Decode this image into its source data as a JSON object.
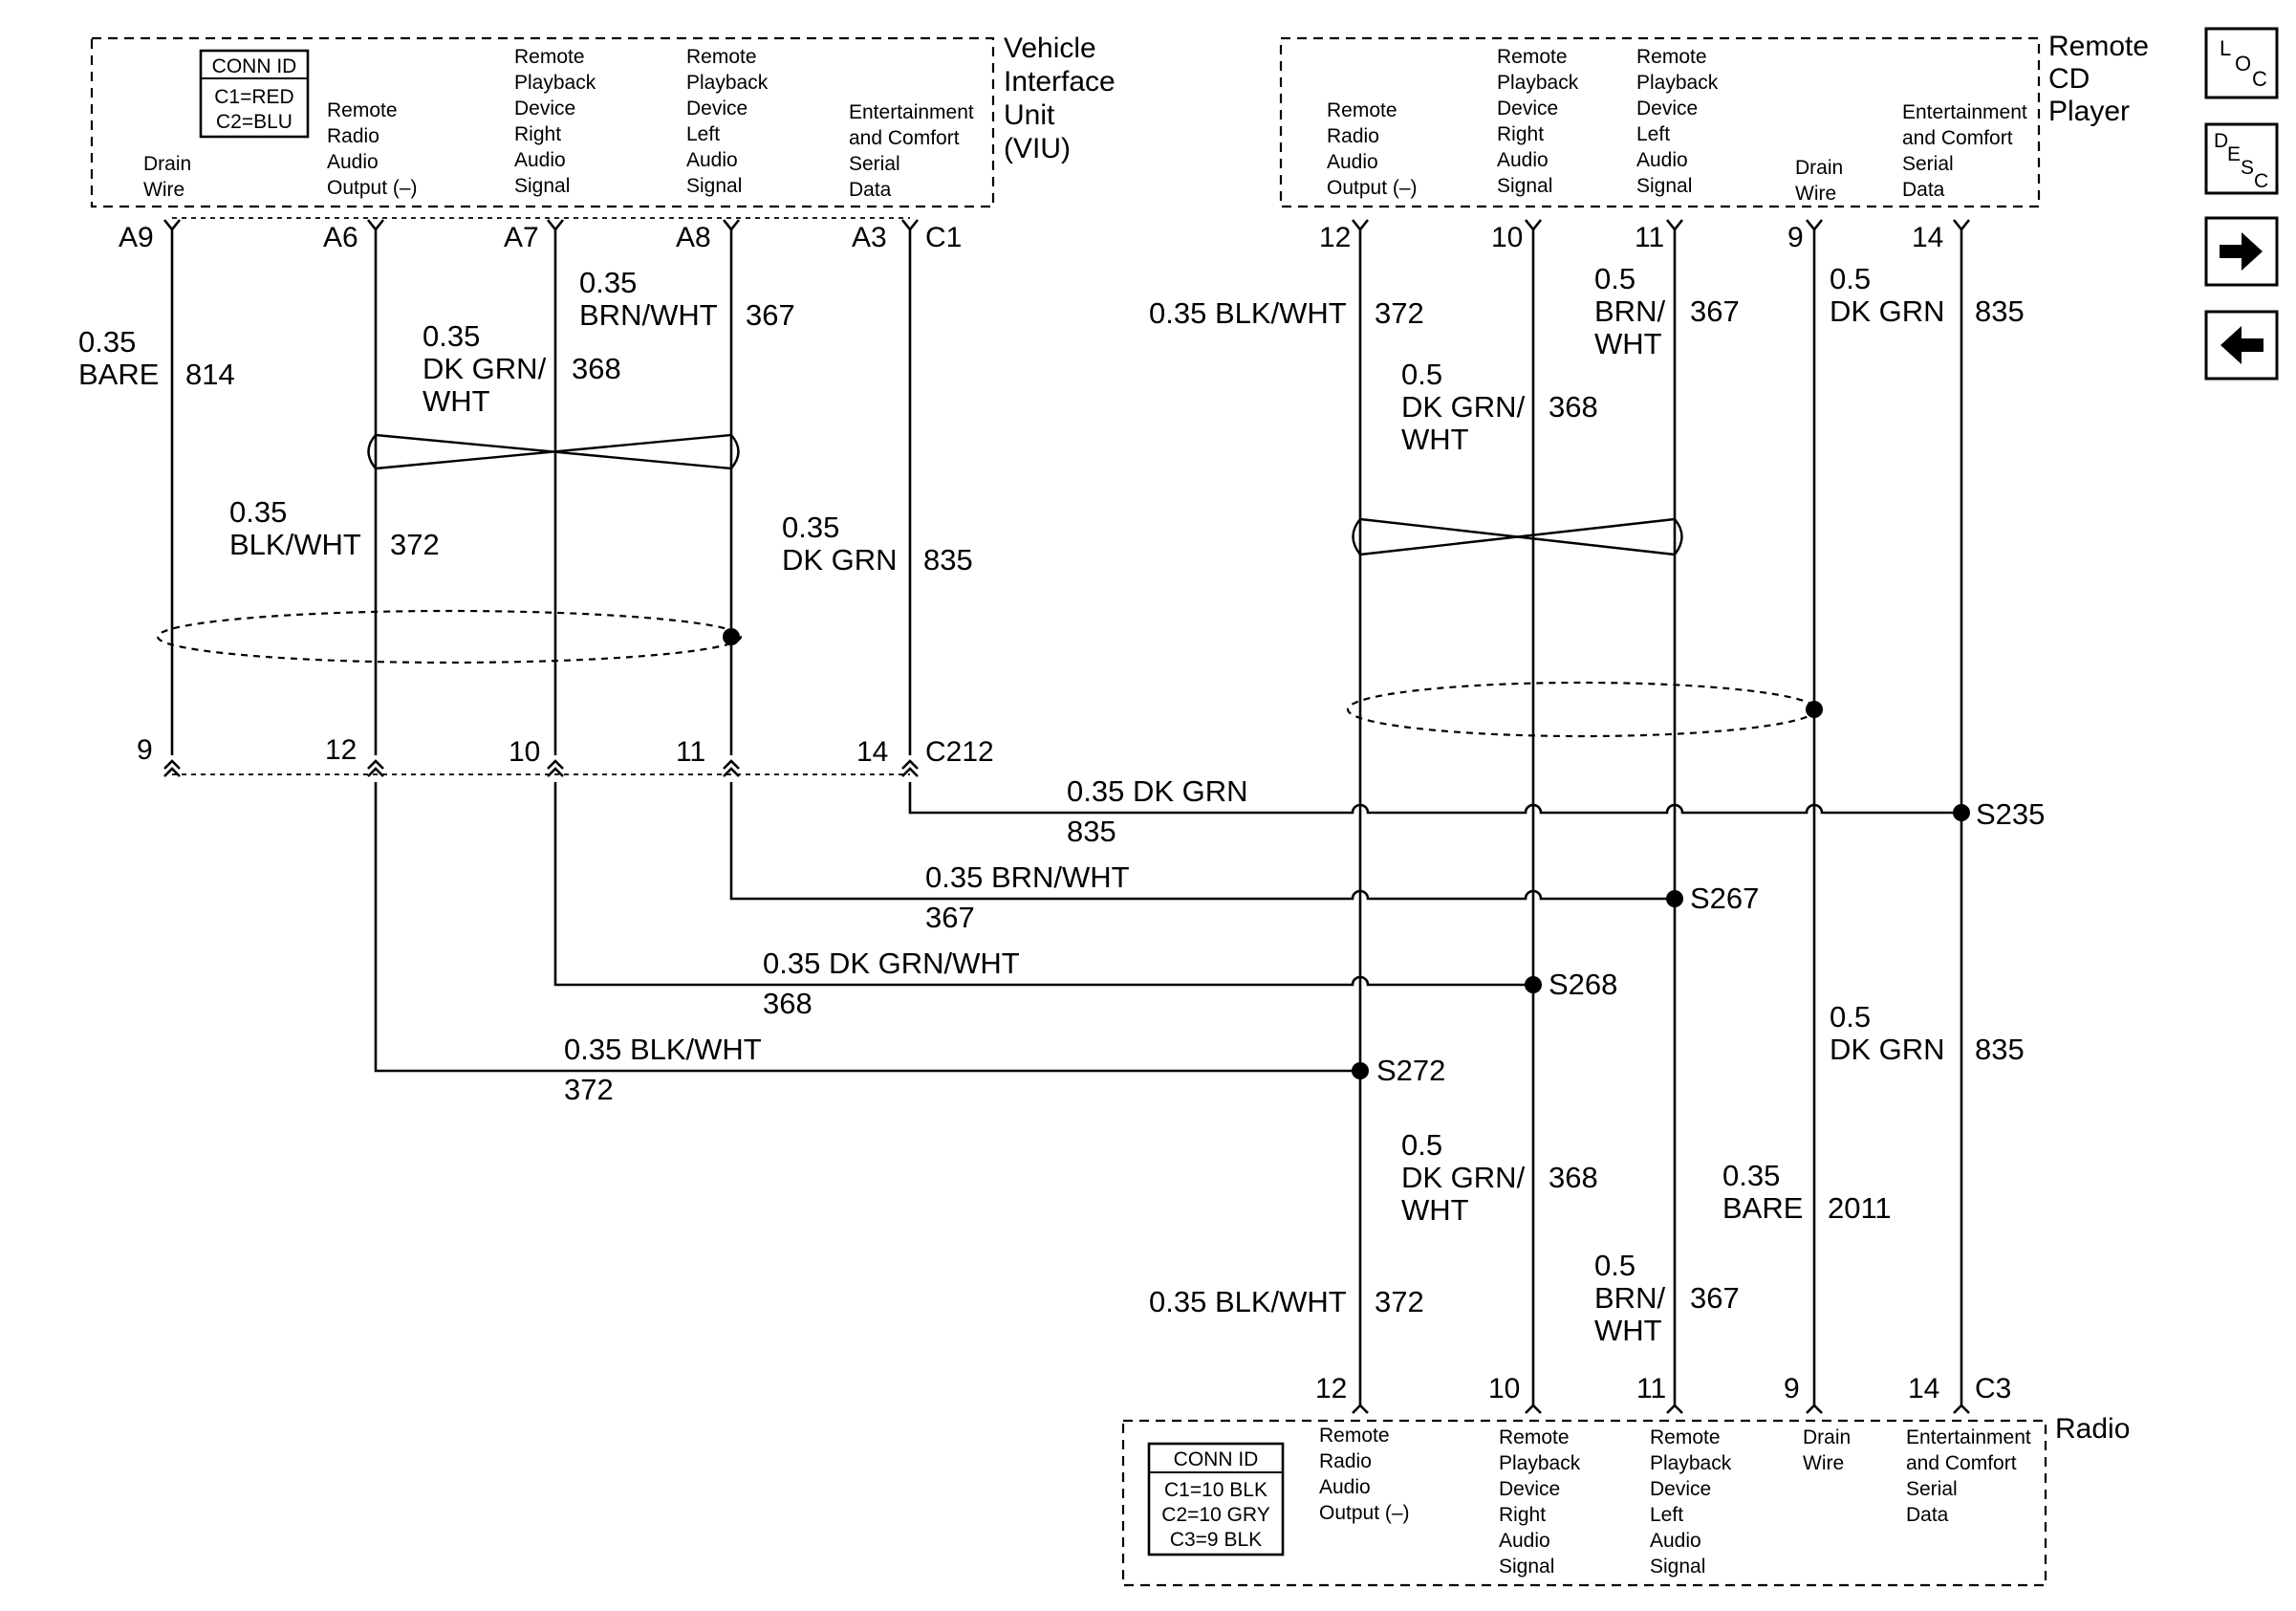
{
  "viu": {
    "name": [
      "Vehicle",
      "Interface",
      "Unit",
      "(VIU)"
    ],
    "conn_title": "CONN ID",
    "conn_lines": [
      "C1=RED",
      "C2=BLU"
    ],
    "pins": [
      {
        "id": "A9",
        "desc": [
          "Drain",
          "Wire"
        ]
      },
      {
        "id": "A6",
        "desc": [
          "Remote",
          "Radio",
          "Audio",
          "Output (–)"
        ]
      },
      {
        "id": "A7",
        "desc": [
          "Remote",
          "Playback",
          "Device",
          "Right",
          "Audio",
          "Signal"
        ]
      },
      {
        "id": "A8",
        "desc": [
          "Remote",
          "Playback",
          "Device",
          "Left",
          "Audio",
          "Signal"
        ]
      },
      {
        "id": "A3",
        "desc": [
          "Entertainment",
          "and Comfort",
          "Serial",
          "Data"
        ]
      }
    ],
    "connector": "C1"
  },
  "cd": {
    "name": [
      "Remote",
      "CD",
      "Player"
    ],
    "pins": [
      {
        "id": "12",
        "desc": [
          "Remote",
          "Radio",
          "Audio",
          "Output (–)"
        ]
      },
      {
        "id": "10",
        "desc": [
          "Remote",
          "Playback",
          "Device",
          "Right",
          "Audio",
          "Signal"
        ]
      },
      {
        "id": "11",
        "desc": [
          "Remote",
          "Playback",
          "Device",
          "Left",
          "Audio",
          "Signal"
        ]
      },
      {
        "id": "9",
        "desc": [
          "Drain",
          "Wire"
        ]
      },
      {
        "id": "14",
        "desc": [
          "Entertainment",
          "and Comfort",
          "Serial",
          "Data"
        ]
      }
    ]
  },
  "radio": {
    "name": "Radio",
    "conn_title": "CONN ID",
    "conn_lines": [
      "C1=10 BLK",
      "C2=10 GRY",
      "C3=9 BLK"
    ],
    "pins": [
      {
        "id": "12",
        "desc": [
          "Remote",
          "Radio",
          "Audio",
          "Output (–)"
        ]
      },
      {
        "id": "10",
        "desc": [
          "Remote",
          "Playback",
          "Device",
          "Right",
          "Audio",
          "Signal"
        ]
      },
      {
        "id": "11",
        "desc": [
          "Remote",
          "Playback",
          "Device",
          "Left",
          "Audio",
          "Signal"
        ]
      },
      {
        "id": "9",
        "desc": [
          "Drain",
          "Wire"
        ]
      },
      {
        "id": "14",
        "desc": [
          "Entertainment",
          "and Comfort",
          "Serial",
          "Data"
        ]
      }
    ],
    "connector": "C3"
  },
  "c212": {
    "name": "C212",
    "pins": [
      "9",
      "12",
      "10",
      "11",
      "14"
    ]
  },
  "wire_labels": {
    "w814_top": [
      "0.35",
      "BARE"
    ],
    "w814_num": "814",
    "w368_top": [
      "0.35",
      "DK GRN/",
      "WHT"
    ],
    "w368_num": "368",
    "w367_top": [
      "0.35",
      "BRN/WHT"
    ],
    "w367_num": "367",
    "w372_mid": [
      "0.35",
      "BLK/WHT"
    ],
    "w372_num": "372",
    "w835_mid": [
      "0.35",
      "DK GRN"
    ],
    "w835_num": "835",
    "h835": "0.35 DK GRN",
    "h835_num": "835",
    "h367": "0.35 BRN/WHT",
    "h367_num": "367",
    "h368": "0.35 DK GRN/WHT",
    "h368_num": "368",
    "h372": "0.35 BLK/WHT",
    "h372_num": "372",
    "cd372": "0.35 BLK/WHT",
    "cd372_num": "372",
    "cd368": [
      "0.5",
      "DK GRN/",
      "WHT"
    ],
    "cd368_num": "368",
    "cd367": [
      "0.5",
      "BRN/",
      "WHT"
    ],
    "cd367_num": "367",
    "cd835": [
      "0.5",
      "DK GRN"
    ],
    "cd835_num": "835",
    "r368": [
      "0.5",
      "DK GRN/",
      "WHT"
    ],
    "r368_num": "368",
    "r372": "0.35 BLK/WHT",
    "r372_num": "372",
    "r367": [
      "0.5",
      "BRN/",
      "WHT"
    ],
    "r367_num": "367",
    "r2011": [
      "0.35",
      "BARE"
    ],
    "r2011_num": "2011",
    "r835": [
      "0.5",
      "DK GRN"
    ],
    "r835_num": "835"
  },
  "splices": [
    "S235",
    "S267",
    "S268",
    "S272"
  ],
  "nav": {
    "loc": [
      "L",
      "O",
      "C"
    ],
    "desc": [
      "D",
      "E",
      "S",
      "C"
    ],
    "next_icon": "arrow-right-icon",
    "prev_icon": "arrow-left-icon"
  }
}
